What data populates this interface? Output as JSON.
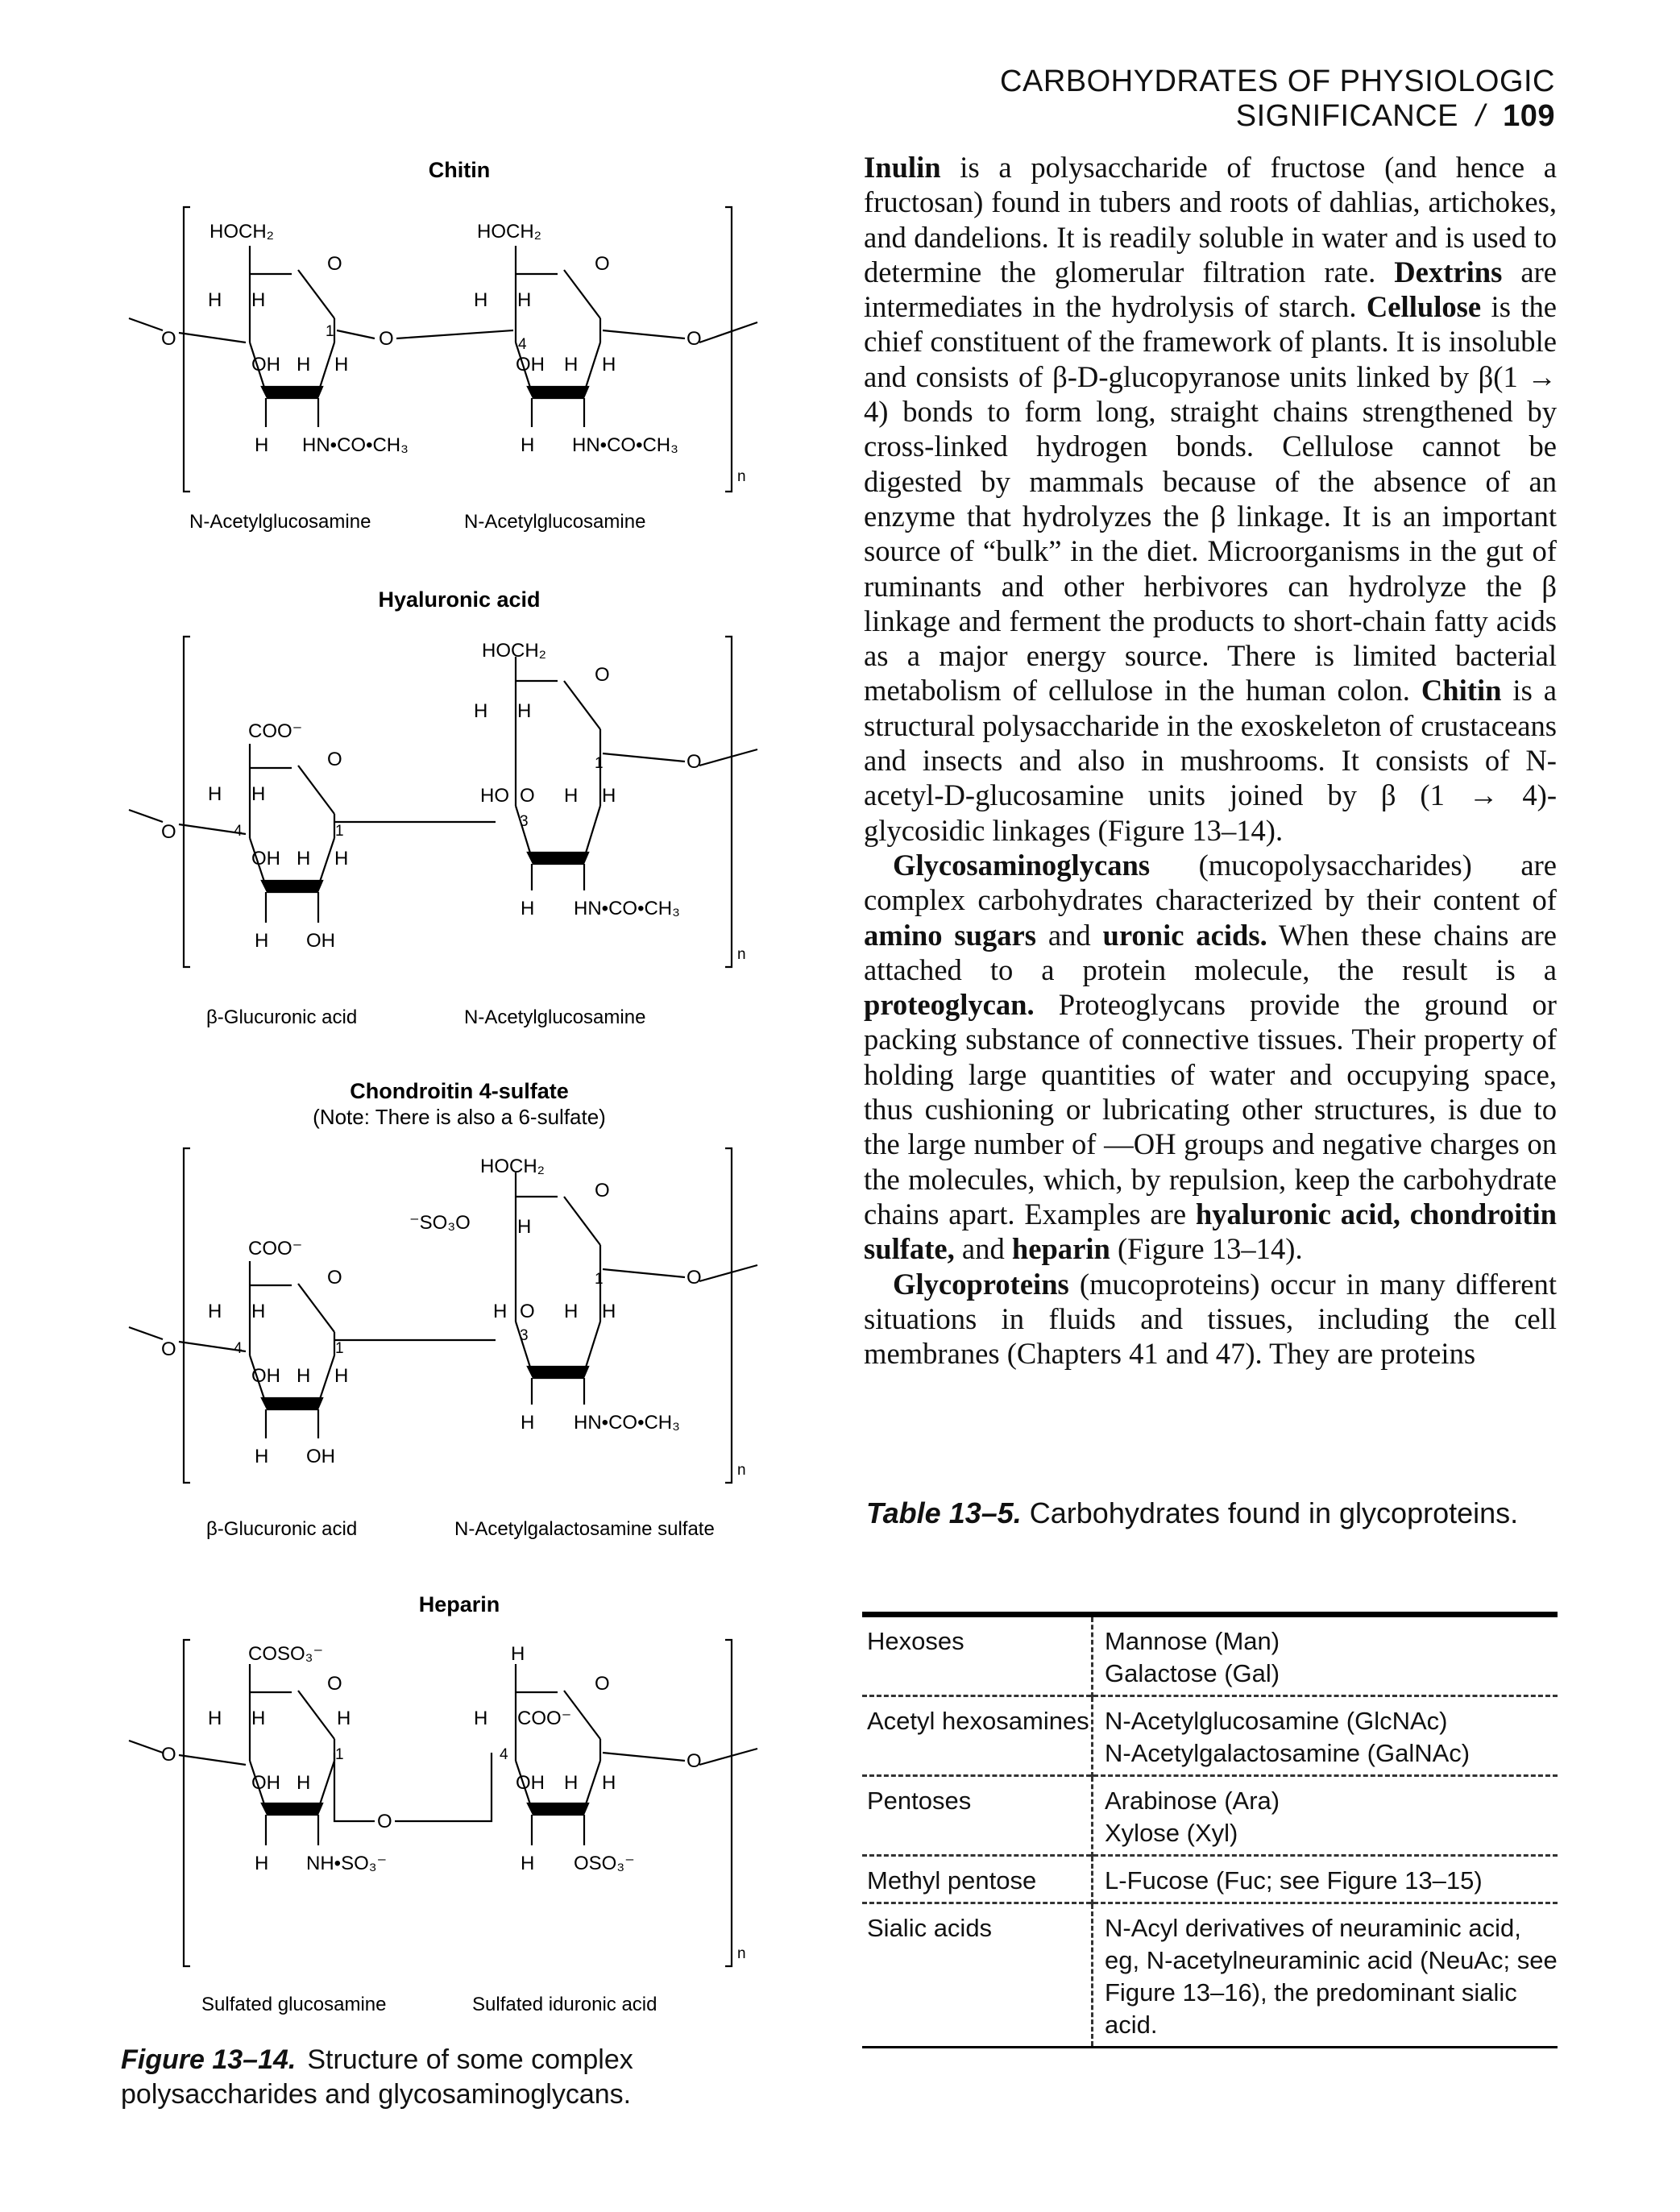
{
  "header": {
    "running_title": "CARBOHYDRATES OF PHYSIOLOGIC SIGNIFICANCE",
    "separator": "/",
    "page_number": "109"
  },
  "figure": {
    "panels": {
      "chitin": {
        "title": "Chitin",
        "ring1": {
          "ch2": "HOCH₂",
          "o": "O",
          "h_up1": "H",
          "h_up2": "H",
          "oh": "OH",
          "h_mid": "H",
          "h_right": "H",
          "h_bottom": "H",
          "nh": "HN•CO•CH₃",
          "num": "1"
        },
        "ring2": {
          "ch2": "HOCH₂",
          "o": "O",
          "h_up1": "H",
          "h_up2": "H",
          "oh": "OH",
          "h_mid": "H",
          "h_right": "H",
          "h_bottom": "H",
          "nh": "HN•CO•CH₃",
          "num": "4"
        },
        "bridge_o": "O",
        "left_o": "O",
        "right_o": "O",
        "n": "n",
        "label_left": "N-Acetylglucosamine",
        "label_right": "N-Acetylglucosamine"
      },
      "hyaluronic": {
        "title": "Hyaluronic acid",
        "ring1": {
          "sub": "COO⁻",
          "o": "O",
          "h_up1": "H",
          "h_up2": "H",
          "oh": "OH",
          "h_mid": "H",
          "h_right": "H",
          "h_bottom": "H",
          "bottom_oh": "OH",
          "num4": "4",
          "num1": "1"
        },
        "ring2": {
          "ch2": "HOCH₂",
          "o": "O",
          "h_up1": "H",
          "h_up2": "H",
          "ho": "HO",
          "ring_o": "O",
          "h_mid": "H",
          "h_right": "H",
          "h_bottom": "H",
          "nh": "HN•CO•CH₃",
          "num3": "3",
          "num1": "1"
        },
        "left_o": "O",
        "right_o": "O",
        "n": "n",
        "label_left": "β-Glucuronic acid",
        "label_right": "N-Acetylglucosamine"
      },
      "chondroitin": {
        "title": "Chondroitin 4-sulfate",
        "subtitle": "(Note:  There is also a 6-sulfate)",
        "ring1": {
          "sub": "COO⁻",
          "o": "O",
          "h_up1": "H",
          "h_up2": "H",
          "oh": "OH",
          "h_mid": "H",
          "h_right": "H",
          "h_bottom": "H",
          "bottom_oh": "OH",
          "num4": "4",
          "num1": "1"
        },
        "ring2": {
          "ch2": "HOCH₂",
          "so3": "⁻SO₃O",
          "o": "O",
          "h_up": "H",
          "h_left": "H",
          "ring_o": "O",
          "h_mid": "H",
          "h_right": "H",
          "h_bottom": "H",
          "nh": "HN•CO•CH₃",
          "num3": "3",
          "num1": "1"
        },
        "left_o": "O",
        "right_o": "O",
        "n": "n",
        "label_left": "β-Glucuronic acid",
        "label_right": "N-Acetylgalactosamine sulfate"
      },
      "heparin": {
        "title": "Heparin",
        "ring1": {
          "sub": "COSO₃⁻",
          "o": "O",
          "h_up1": "H",
          "h_up2": "H",
          "h_right": "H",
          "oh": "OH",
          "h_mid": "H",
          "h_bottom": "H",
          "nh": "NH•SO₃⁻",
          "num1": "1"
        },
        "ring2": {
          "h_top": "H",
          "o": "O",
          "h_left": "H",
          "coo": "COO⁻",
          "oh": "OH",
          "h_mid": "H",
          "h_right": "H",
          "h_bottom": "H",
          "oso": "OSO₃⁻",
          "num4": "4"
        },
        "bridge_o": "O",
        "left_o": "O",
        "right_o": "O",
        "n": "n",
        "label_left": "Sulfated glucosamine",
        "label_right": "Sulfated iduronic acid"
      }
    },
    "caption_label": "Figure 13–14.",
    "caption_text": "Structure of some complex polysaccharides and glycosaminoglycans."
  },
  "body_text": {
    "p1": [
      {
        "t": "Inulin",
        "b": true
      },
      {
        "t": " is a polysaccharide of fructose (and hence a fructosan) found in tubers and roots of dahlias, artichokes, and dandelions. It is readily soluble in water and is used to determine the glomerular filtration rate. "
      },
      {
        "t": "Dextrins",
        "b": true
      },
      {
        "t": " are intermediates in the hydrolysis of starch. "
      },
      {
        "t": "Cellulose",
        "b": true
      },
      {
        "t": " is the chief constituent of the framework of plants. It is insoluble and consists of β-D-glucopyranose units linked by β(1 → 4) bonds to form long, straight chains strengthened by cross-linked hydrogen bonds. Cellulose cannot be digested by mammals because of the absence of an enzyme that hydrolyzes the β linkage. It is an important source of “bulk” in the diet. Microorganisms in the gut of ruminants and other herbivores can hydrolyze the β linkage and ferment the products to short-chain fatty acids as a major energy source. There is limited bacterial metabolism of cellulose in the human colon. "
      },
      {
        "t": "Chitin",
        "b": true
      },
      {
        "t": " is a structural polysaccharide in the exoskeleton of crustaceans and insects and also in mushrooms. It consists of N-acetyl-D-glucosamine units joined by β (1 → 4)-glycosidic linkages (Figure 13–14)."
      }
    ],
    "p2": [
      {
        "t": "Glycosaminoglycans",
        "b": true
      },
      {
        "t": " (mucopolysaccharides) are complex carbohydrates characterized by their content of "
      },
      {
        "t": "amino sugars",
        "b": true
      },
      {
        "t": " and "
      },
      {
        "t": "uronic acids.",
        "b": true
      },
      {
        "t": " When these chains are attached to a protein molecule, the result is a "
      },
      {
        "t": "proteoglycan.",
        "b": true
      },
      {
        "t": " Proteoglycans provide the ground or packing substance of connective tissues. Their property of holding large quantities of water and occupying space, thus cushioning or lubricating other structures, is due to the large number of —OH groups and negative charges on the molecules, which, by repulsion, keep the carbohydrate chains apart. Examples are "
      },
      {
        "t": "hyaluronic acid, chondroitin sulfate,",
        "b": true
      },
      {
        "t": " and "
      },
      {
        "t": "heparin",
        "b": true
      },
      {
        "t": " (Figure 13–14)."
      }
    ],
    "p3": [
      {
        "t": "Glycoproteins",
        "b": true
      },
      {
        "t": " (mucoproteins) occur in many different situations in fluids and tissues, including the cell membranes (Chapters 41 and 47). They are proteins"
      }
    ]
  },
  "table": {
    "caption_label": "Table 13–5.",
    "caption_text": "Carbohydrates found in glycoproteins.",
    "rows": [
      {
        "category": "Hexoses",
        "items": [
          "Mannose (Man)",
          "Galactose (Gal)"
        ]
      },
      {
        "category": "Acetyl hexosamines",
        "items": [
          "N-Acetylglucosamine (GlcNAc)",
          "N-Acetylgalactosamine (GalNAc)"
        ]
      },
      {
        "category": "Pentoses",
        "items": [
          "Arabinose (Ara)",
          "Xylose (Xyl)"
        ]
      },
      {
        "category": "Methyl pentose",
        "items": [
          "L-Fucose (Fuc; see Figure 13–15)"
        ]
      },
      {
        "category": "Sialic acids",
        "items": [
          "N-Acyl derivatives of neuraminic acid,",
          "eg, N-acetylneuraminic acid (NeuAc; see",
          "Figure 13–16), the predominant sialic",
          "acid."
        ]
      }
    ]
  }
}
